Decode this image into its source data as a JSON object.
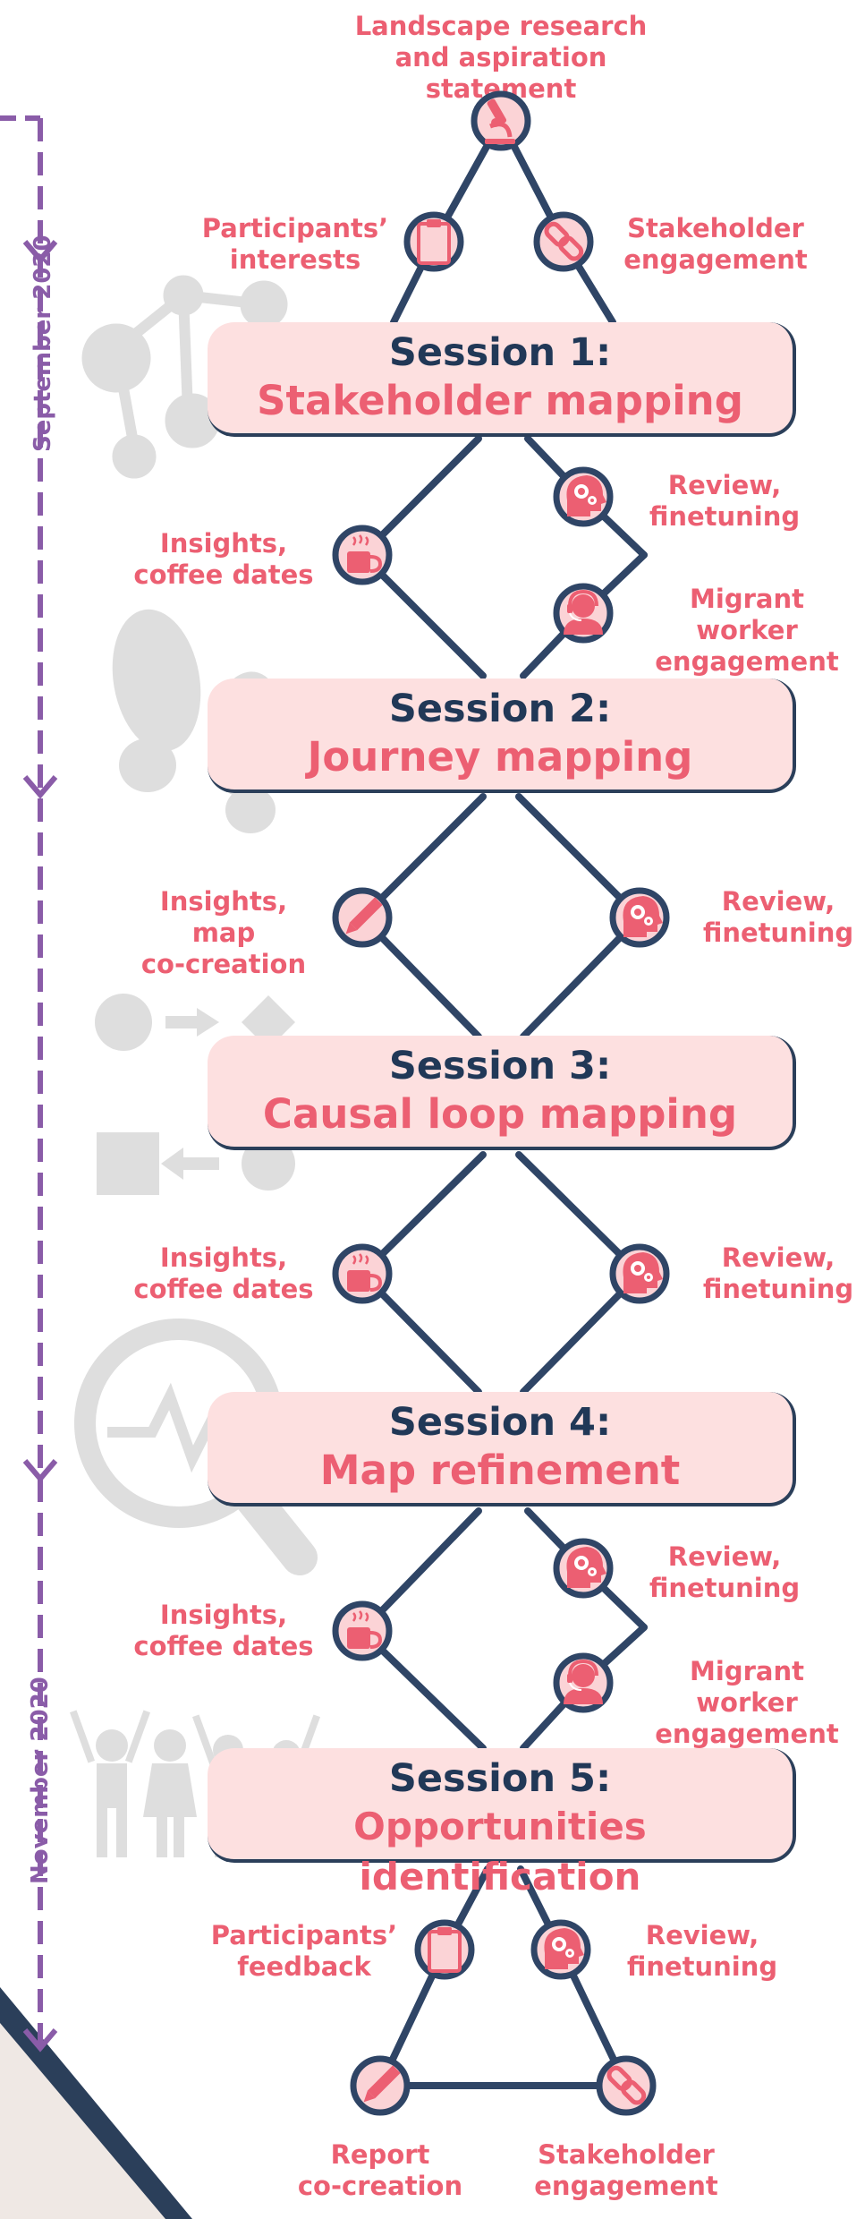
{
  "timeline": {
    "labels": [
      "September 2020",
      "November 2020"
    ],
    "color": "#8a5ca8"
  },
  "colors": {
    "accent": "#ec5f72",
    "navy": "#213857",
    "line": "#2f4566",
    "session_bg": "#fde0e0",
    "icon_bg": "#fbd3d6",
    "watermark": "#dddddd"
  },
  "top": {
    "title": "Landscape research\nand aspiration statement",
    "left": "Participants’\ninterests",
    "right": "Stakeholder\nengagement"
  },
  "sessions": [
    {
      "title": "Session 1:",
      "subtitle": "Stakeholder mapping"
    },
    {
      "title": "Session 2:",
      "subtitle": "Journey mapping"
    },
    {
      "title": "Session 3:",
      "subtitle": "Causal loop mapping"
    },
    {
      "title": "Session 4:",
      "subtitle": "Map refinement"
    },
    {
      "title": "Session 5:",
      "subtitle": "Opportunities identification"
    }
  ],
  "gap1": {
    "left": "Insights,\ncoffee dates",
    "right_top": "Review,\nfinetuning",
    "right_bottom": "Migrant worker\nengagement"
  },
  "gap2": {
    "left": "Insights, map\nco-creation",
    "right": "Review,\nfinetuning"
  },
  "gap3": {
    "left": "Insights,\ncoffee dates",
    "right": "Review,\nfinetuning"
  },
  "gap4": {
    "left": "Insights,\ncoffee dates",
    "right_top": "Review,\nfinetuning",
    "right_bottom": "Migrant worker\nengagement"
  },
  "bottom": {
    "left_top": "Participants’\nfeedback",
    "right_top": "Review,\nfinetuning",
    "left_bottom": "Report\nco-creation",
    "right_bottom": "Stakeholder\nengagement"
  },
  "icons": {
    "top": "microscope-icon",
    "clipboard": "clipboard-icon",
    "link": "chain-link-icon",
    "cup": "coffee-cup-icon",
    "head": "head-gears-icon",
    "worker": "worker-headset-icon",
    "pencil": "pencil-icon"
  }
}
